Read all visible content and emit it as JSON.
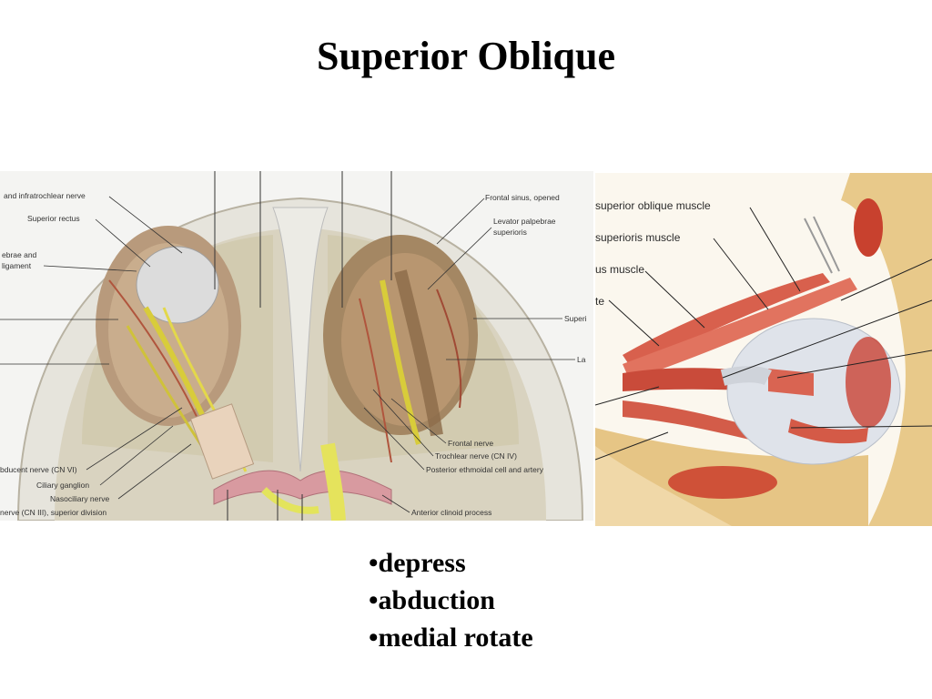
{
  "slide": {
    "title": "Superior Oblique"
  },
  "left_figure": {
    "labels": {
      "supratrochlear": "and infratrochlear nerve",
      "superior_rectus": "Superior rectus",
      "trochlea_line1": "ebrae and",
      "trochlea_line2": "ligament",
      "abducent": "bducent nerve (CN VI)",
      "ciliary": "Ciliary ganglion",
      "nasociliary": "Nasociliary nerve",
      "oculomotor": "nerve (CN III), superior division",
      "frontal_sinus": "Frontal sinus, opened",
      "levator_line1": "Levator palpebrae",
      "levator_line2": "superioris",
      "superior_right": "Superi",
      "lacrimal_right": "La",
      "frontal_nerve": "Frontal nerve",
      "trochlear_nerve": "Trochlear nerve (CN IV)",
      "post_ethmoidal": "Posterior ethmoidal cell and artery",
      "anterior_clinoid": "Anterior clinoid process"
    }
  },
  "right_figure": {
    "labels": {
      "superior_oblique": "superior oblique muscle",
      "superioris": "superioris muscle",
      "us_muscle": "us muscle",
      "te": "te"
    }
  },
  "bullets": {
    "items": [
      "•depress",
      "•abduction",
      "•medial rotate"
    ]
  }
}
